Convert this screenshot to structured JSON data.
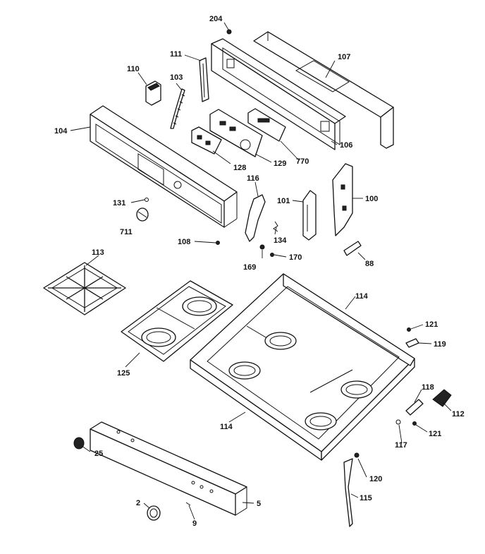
{
  "diagram": {
    "labels": [
      {
        "id": "p204",
        "text": "204"
      },
      {
        "id": "p111",
        "text": "111"
      },
      {
        "id": "p107",
        "text": "107"
      },
      {
        "id": "p110",
        "text": "110"
      },
      {
        "id": "p103",
        "text": "103"
      },
      {
        "id": "p104",
        "text": "104"
      },
      {
        "id": "p106",
        "text": "106"
      },
      {
        "id": "p128",
        "text": "128"
      },
      {
        "id": "p129",
        "text": "129"
      },
      {
        "id": "p770",
        "text": "770"
      },
      {
        "id": "p116",
        "text": "116"
      },
      {
        "id": "p101",
        "text": "101"
      },
      {
        "id": "p100",
        "text": "100"
      },
      {
        "id": "p131",
        "text": "131"
      },
      {
        "id": "p711",
        "text": "711"
      },
      {
        "id": "p108",
        "text": "108"
      },
      {
        "id": "p134",
        "text": "134"
      },
      {
        "id": "p169",
        "text": "169"
      },
      {
        "id": "p170",
        "text": "170"
      },
      {
        "id": "p88",
        "text": "88"
      },
      {
        "id": "p113",
        "text": "113"
      },
      {
        "id": "p114a",
        "text": "114"
      },
      {
        "id": "p121a",
        "text": "121"
      },
      {
        "id": "p119",
        "text": "119"
      },
      {
        "id": "p125",
        "text": "125"
      },
      {
        "id": "p114b",
        "text": "114"
      },
      {
        "id": "p118",
        "text": "118"
      },
      {
        "id": "p112",
        "text": "112"
      },
      {
        "id": "p121b",
        "text": "121"
      },
      {
        "id": "p117",
        "text": "117"
      },
      {
        "id": "p25",
        "text": "25"
      },
      {
        "id": "p120",
        "text": "120"
      },
      {
        "id": "p5",
        "text": "5"
      },
      {
        "id": "p115",
        "text": "115"
      },
      {
        "id": "p2",
        "text": "2"
      },
      {
        "id": "p9",
        "text": "9"
      }
    ]
  }
}
